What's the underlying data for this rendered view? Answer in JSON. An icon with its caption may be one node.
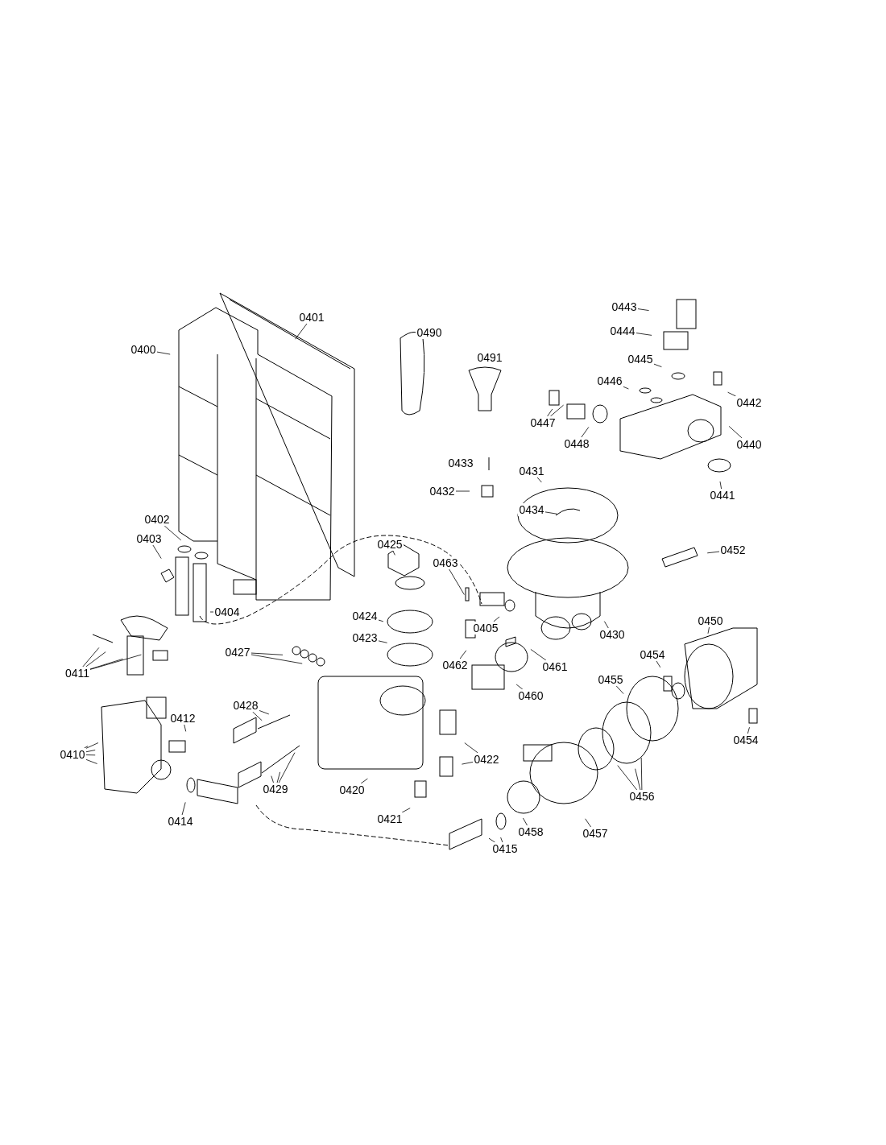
{
  "diagram": {
    "nodes": [
      {
        "text": [
          "0401"
        ]
      },
      {
        "text": [
          "0443"
        ]
      },
      {
        "text": [
          "0490"
        ]
      },
      {
        "text": [
          "0444"
        ]
      },
      {
        "text": [
          "0400"
        ]
      },
      {
        "text": [
          "0491"
        ]
      },
      {
        "text": [
          "0445"
        ]
      },
      {
        "text": [
          "0446"
        ]
      },
      {
        "text": [
          "0442"
        ]
      },
      {
        "text": [
          "0447"
        ]
      },
      {
        "text": [
          "0448"
        ]
      },
      {
        "text": [
          "0440"
        ]
      },
      {
        "text": [
          "0433"
        ]
      },
      {
        "text": [
          "0432"
        ]
      },
      {
        "text": [
          "0431"
        ]
      },
      {
        "text": [
          "0441"
        ]
      },
      {
        "text": [
          "0434"
        ]
      },
      {
        "text": [
          "0402"
        ]
      },
      {
        "text": [
          "0403"
        ]
      },
      {
        "text": [
          "0425"
        ]
      },
      {
        "text": [
          "0452"
        ]
      },
      {
        "text": [
          "0463"
        ]
      },
      {
        "text": [
          "0404"
        ]
      },
      {
        "text": [
          "0424"
        ]
      },
      {
        "text": [
          "0405"
        ]
      },
      {
        "text": [
          "0430"
        ]
      },
      {
        "text": [
          "0450"
        ]
      },
      {
        "text": [
          "0423"
        ]
      },
      {
        "text": [
          "0454"
        ]
      },
      {
        "text": [
          "0427"
        ]
      },
      {
        "text": [
          "0462"
        ]
      },
      {
        "text": [
          "0461"
        ]
      },
      {
        "text": [
          "0411"
        ]
      },
      {
        "text": [
          "0455"
        ]
      },
      {
        "text": [
          "0460"
        ]
      },
      {
        "text": [
          "0428"
        ]
      },
      {
        "text": [
          "0412"
        ]
      },
      {
        "text": [
          "0422"
        ]
      },
      {
        "text": [
          "0410"
        ]
      },
      {
        "text": [
          "0454"
        ]
      },
      {
        "text": [
          "0429"
        ]
      },
      {
        "text": [
          "0420"
        ]
      },
      {
        "text": [
          "0456"
        ]
      },
      {
        "text": [
          "0421"
        ]
      },
      {
        "text": [
          "0414"
        ]
      },
      {
        "text": [
          "0458"
        ]
      },
      {
        "text": [
          "0457"
        ]
      },
      {
        "text": [
          "0415"
        ]
      }
    ],
    "edges": [
      {
        "from": 0,
        "to": null,
        "arrow": "none"
      },
      {
        "from": 1,
        "to": null,
        "arrow": "none"
      },
      {
        "from": 3,
        "to": null,
        "arrow": "none"
      },
      {
        "from": 4,
        "to": null,
        "arrow": "none"
      },
      {
        "from": 6,
        "to": null,
        "arrow": "none"
      },
      {
        "from": 7,
        "to": null,
        "arrow": "none"
      },
      {
        "from": 8,
        "to": null,
        "arrow": "none"
      },
      {
        "from": 9,
        "to": null,
        "arrow": "none"
      },
      {
        "from": 9,
        "to": null,
        "arrow": "none"
      },
      {
        "from": 10,
        "to": null,
        "arrow": "none"
      },
      {
        "from": 11,
        "to": null,
        "arrow": "none"
      },
      {
        "from": 13,
        "to": null,
        "arrow": "none"
      },
      {
        "from": 14,
        "to": null,
        "arrow": "none"
      },
      {
        "from": 15,
        "to": null,
        "arrow": "none"
      },
      {
        "from": 16,
        "to": null,
        "arrow": "none"
      },
      {
        "from": 17,
        "to": null,
        "arrow": "none"
      },
      {
        "from": 18,
        "to": null,
        "arrow": "none"
      },
      {
        "from": 19,
        "to": null,
        "arrow": "none"
      },
      {
        "from": 20,
        "to": null,
        "arrow": "none"
      },
      {
        "from": 21,
        "to": null,
        "arrow": "none"
      },
      {
        "from": 22,
        "to": null,
        "arrow": "none"
      },
      {
        "from": 23,
        "to": null,
        "arrow": "none"
      },
      {
        "from": 24,
        "to": null,
        "arrow": "none"
      },
      {
        "from": 25,
        "to": null,
        "arrow": "none"
      },
      {
        "from": 26,
        "to": null,
        "arrow": "none"
      },
      {
        "from": 27,
        "to": null,
        "arrow": "none"
      },
      {
        "from": 28,
        "to": null,
        "arrow": "none"
      },
      {
        "from": 29,
        "to": null,
        "arrow": "none"
      },
      {
        "from": 29,
        "to": null,
        "arrow": "none"
      },
      {
        "from": 30,
        "to": null,
        "arrow": "none"
      },
      {
        "from": 31,
        "to": null,
        "arrow": "none"
      },
      {
        "from": 32,
        "to": null,
        "arrow": "none"
      },
      {
        "from": 32,
        "to": null,
        "arrow": "none"
      },
      {
        "from": 32,
        "to": null,
        "arrow": "none"
      },
      {
        "from": 32,
        "to": null,
        "arrow": "none"
      },
      {
        "from": 33,
        "to": null,
        "arrow": "none"
      },
      {
        "from": 34,
        "to": null,
        "arrow": "none"
      },
      {
        "from": 35,
        "to": null,
        "arrow": "none"
      },
      {
        "from": 35,
        "to": null,
        "arrow": "none"
      },
      {
        "from": 36,
        "to": null,
        "arrow": "none"
      },
      {
        "from": 37,
        "to": null,
        "arrow": "none"
      },
      {
        "from": 37,
        "to": null,
        "arrow": "none"
      },
      {
        "from": 38,
        "to": null,
        "arrow": "none"
      },
      {
        "from": 38,
        "to": null,
        "arrow": "none"
      },
      {
        "from": 38,
        "to": null,
        "arrow": "none"
      },
      {
        "from": 38,
        "to": null,
        "arrow": "none"
      },
      {
        "from": 38,
        "to": null,
        "arrow": "none"
      },
      {
        "from": 39,
        "to": null,
        "arrow": "none"
      },
      {
        "from": 40,
        "to": null,
        "arrow": "none"
      },
      {
        "from": 40,
        "to": null,
        "arrow": "none"
      },
      {
        "from": 40,
        "to": null,
        "arrow": "none"
      },
      {
        "from": 41,
        "to": null,
        "arrow": "none"
      },
      {
        "from": 42,
        "to": null,
        "arrow": "none"
      },
      {
        "from": 42,
        "to": null,
        "arrow": "none"
      },
      {
        "from": 42,
        "to": null,
        "arrow": "none"
      },
      {
        "from": 43,
        "to": null,
        "arrow": "none"
      },
      {
        "from": 44,
        "to": null,
        "arrow": "none"
      },
      {
        "from": 45,
        "to": null,
        "arrow": "none"
      },
      {
        "from": 46,
        "to": null,
        "arrow": "none"
      },
      {
        "from": 47,
        "to": null,
        "arrow": "none"
      },
      {
        "from": 47,
        "to": null,
        "arrow": "none"
      }
    ]
  }
}
